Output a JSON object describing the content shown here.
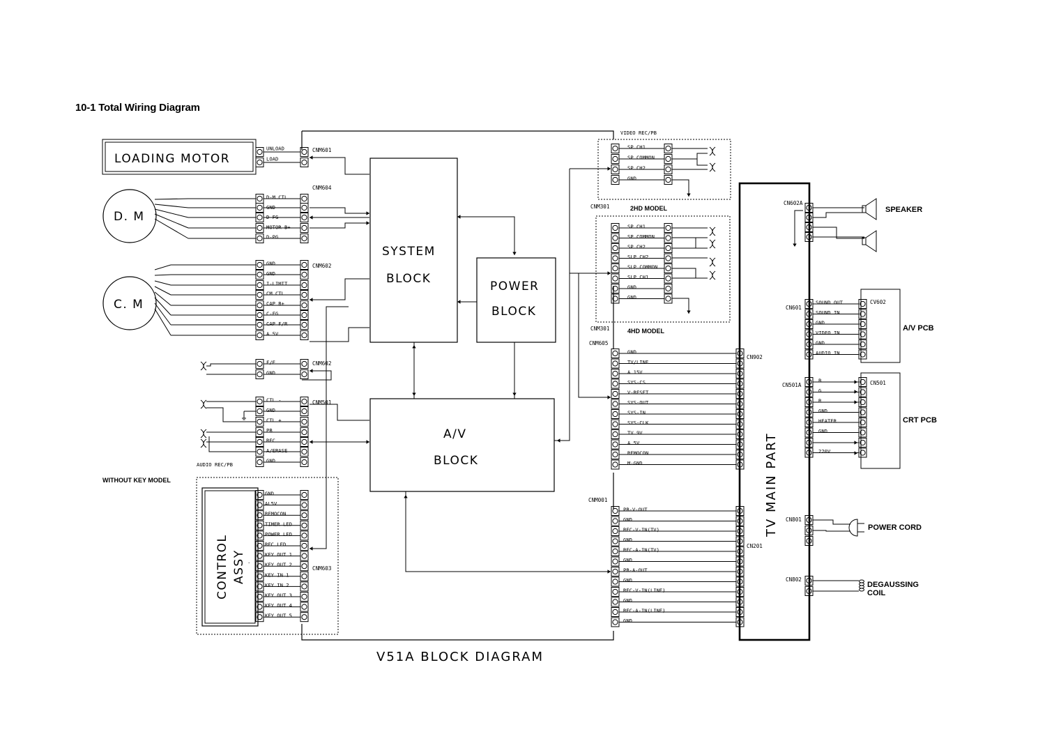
{
  "page_title": "10-1  Total Wiring Diagram",
  "diagram_title": "V51A  BLOCK DIAGRAM",
  "blocks": {
    "loading_motor": "LOADING MOTOR",
    "dm": "D. M",
    "cm": "C. M",
    "system": [
      "SYSTEM",
      "BLOCK"
    ],
    "power": [
      "POWER",
      "BLOCK"
    ],
    "av": [
      "A/V",
      "BLOCK"
    ],
    "control": [
      "CONTROL",
      "ASSY"
    ],
    "tv_main": "TV MAIN PART"
  },
  "connectors": {
    "cnm601a": {
      "name": "CNM601",
      "pins": [
        "UNLOAD",
        "LOAD"
      ]
    },
    "cnm604": {
      "name": "CNM604",
      "pins": [
        "D-M CTL",
        "GND",
        "D-FG",
        "MOTOR B+",
        "D-PG"
      ]
    },
    "cnm602a": {
      "name": "CNM602",
      "pins": [
        "GND",
        "GND",
        "I-LIMIT",
        "CM CTL",
        "CAP B+",
        "C-FG",
        "CAP F/R",
        "A 5V"
      ]
    },
    "cnm602b": {
      "name": "CNM602",
      "pins": [
        "F/E",
        "GND"
      ]
    },
    "cnm501": {
      "name": "CNM501",
      "pins": [
        "CTL -",
        "GND",
        "CTL +",
        "PB",
        "REC",
        "A/ERASE",
        "GND"
      ]
    },
    "cnm603": {
      "name": "CNM603",
      "pins": [
        "GND",
        "AL5V",
        "REMOCON",
        "TIMER LED",
        "POWER LED",
        "REC LED",
        "KEY OUT 1",
        "KEY OUT 2",
        "KEY IN 1",
        "KEY IN 2",
        "KEY OUT 3",
        "KEY OUT 4",
        "KEY OUT 5"
      ]
    },
    "cnm605": {
      "name": "CNM605",
      "pins": [
        "GND",
        "TV/LINE",
        "A 15V",
        "SYS-CS",
        "V-RESET",
        "SYS-OUT",
        "SYS-IN",
        "SYS-CLK",
        "TV 9V",
        "A 5V",
        "REMOCON",
        "M-GND"
      ]
    },
    "cnm001": {
      "name": "CNM001",
      "pins": [
        "PB-V-OUT",
        "GND",
        "REC-V-IN(TV)",
        "GND",
        "REC-A-IN(TV)",
        "GND",
        "PB-A-OUT",
        "GND",
        "REC-V-IN(LINE)",
        "GND",
        "REC-A-IN(LINE)",
        "GND"
      ]
    },
    "cnm301a": {
      "name": "CNM301",
      "pins": [
        "SP CH1",
        "SP COMMON",
        "SP CH2",
        "GND"
      ]
    },
    "cnm301b": {
      "name": "CNM301",
      "pins": [
        "SP CH1",
        "SP COMMON",
        "SP CH2",
        "SLP CH2",
        "SLP COMMON",
        "SLP CH1",
        "GND",
        "GND"
      ]
    },
    "cn902": {
      "name": "CN902"
    },
    "cn201": {
      "name": "CN201"
    },
    "cn602a": {
      "name": "CN602A"
    },
    "cn601": {
      "name": "CN601",
      "pins": [
        "SOUND OUT",
        "SOUND IN",
        "GND",
        "VIDEO IN",
        "GND",
        "AUDIO IN"
      ]
    },
    "cv602": {
      "name": "CV602"
    },
    "cn501a": {
      "name": "CN501A",
      "pins": [
        "B",
        "G",
        "R",
        "GND",
        "HEATER",
        "GND",
        "",
        "220V"
      ]
    },
    "cn501": {
      "name": "CN501"
    },
    "cn801": {
      "name": "CN801"
    },
    "cn802": {
      "name": "CN802"
    }
  },
  "labels": {
    "video_recpb": "VIDEO REC/PB",
    "audio_recpb": "AUDIO REC/PB",
    "model_2hd": "2HD MODEL",
    "model_4hd": "4HD MODEL",
    "without_key": "WITHOUT KEY MODEL",
    "speaker": "SPEAKER",
    "av_pcb": "A/V PCB",
    "crt_pcb": "CRT PCB",
    "power_cord": "POWER CORD",
    "degaussing": [
      "DEGAUSSING",
      "COIL"
    ]
  }
}
